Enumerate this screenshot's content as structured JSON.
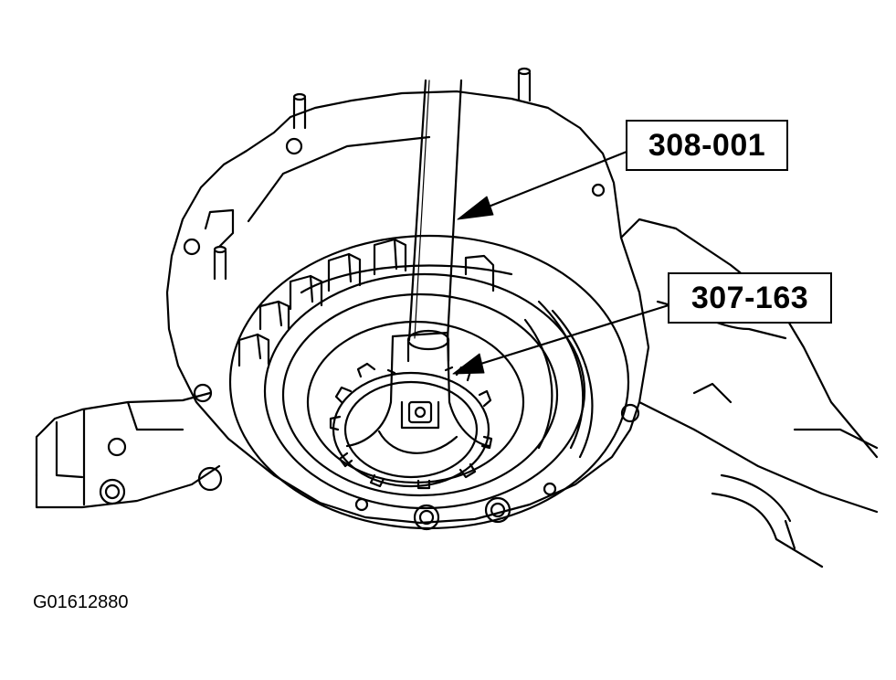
{
  "callouts": [
    {
      "label": "308-001"
    },
    {
      "label": "307-163"
    }
  ],
  "figure_id": "G01612880",
  "colors": {
    "line": "#000000",
    "background": "#ffffff"
  }
}
